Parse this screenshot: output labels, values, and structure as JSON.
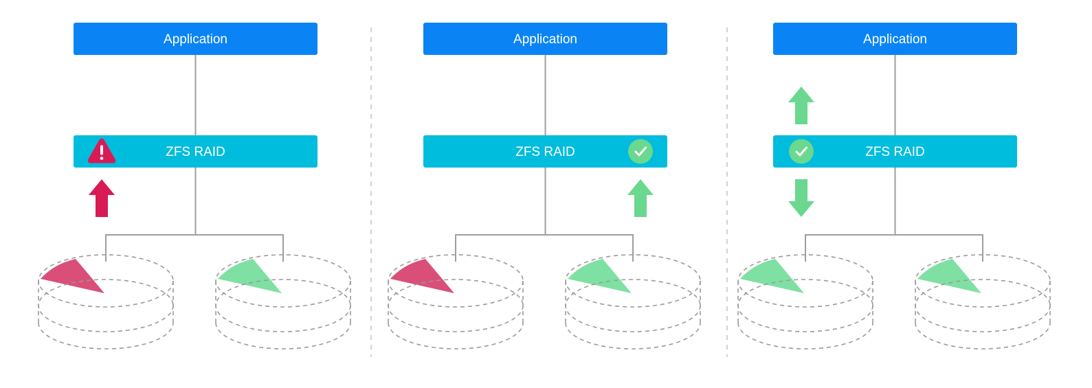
{
  "colors": {
    "application_box": "#0a84f5",
    "raid_box": "#00bcdd",
    "error": "#d81b55",
    "error_sector": "#d94f78",
    "ok": "#6ad88f",
    "ok_sector": "#7ee0a2",
    "line": "#9e9e9e",
    "divider": "#c4c4c4"
  },
  "panels": [
    {
      "application_label": "Application",
      "raid_label": "ZFS RAID",
      "raid_status_icon": "warning-icon",
      "raid_status_icon_placement": "left",
      "arrows": [
        {
          "direction": "up",
          "status": "error",
          "icon": "arrow-up-icon"
        }
      ],
      "disks": [
        {
          "status": "error"
        },
        {
          "status": "ok"
        }
      ]
    },
    {
      "application_label": "Application",
      "raid_label": "ZFS RAID",
      "raid_status_icon": "check-icon",
      "raid_status_icon_placement": "right",
      "arrows": [
        {
          "direction": "up",
          "status": "ok",
          "icon": "arrow-up-icon"
        }
      ],
      "disks": [
        {
          "status": "error"
        },
        {
          "status": "ok"
        }
      ]
    },
    {
      "application_label": "Application",
      "raid_label": "ZFS RAID",
      "raid_status_icon": "check-icon",
      "raid_status_icon_placement": "left",
      "arrows": [
        {
          "direction": "up",
          "status": "ok",
          "icon": "arrow-up-icon"
        },
        {
          "direction": "down",
          "status": "ok",
          "icon": "arrow-down-icon"
        }
      ],
      "disks": [
        {
          "status": "ok"
        },
        {
          "status": "ok"
        }
      ]
    }
  ]
}
